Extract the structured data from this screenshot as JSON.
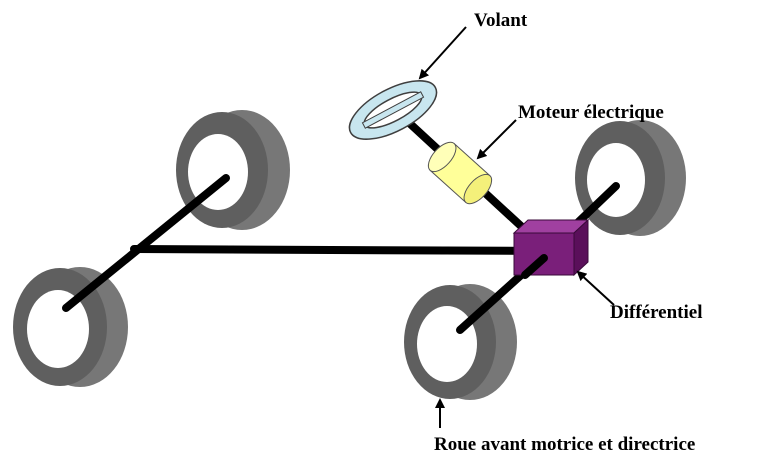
{
  "labels": {
    "steering_wheel": "Volant",
    "electric_motor": "Moteur électrique",
    "differential": "Différentiel",
    "front_wheel": "Roue avant motrice et directrice"
  },
  "colors": {
    "tire": "#5f5f5f",
    "tire_tread": "#777777",
    "hub": "#ffffff",
    "shaft": "#000000",
    "steering_wheel_fill": "#c8e6ef",
    "steering_wheel_stroke": "#3f3f3f",
    "motor_fill": "#ffff99",
    "motor_stroke": "#555555",
    "differential_front": "#7a1f7a",
    "differential_top": "#a040a0",
    "differential_side": "#5a0f5a"
  },
  "icons": {
    "steering_wheel": "steering-wheel-icon",
    "motor": "electric-motor-icon",
    "differential": "differential-box-icon",
    "wheel": "wheel-icon"
  }
}
